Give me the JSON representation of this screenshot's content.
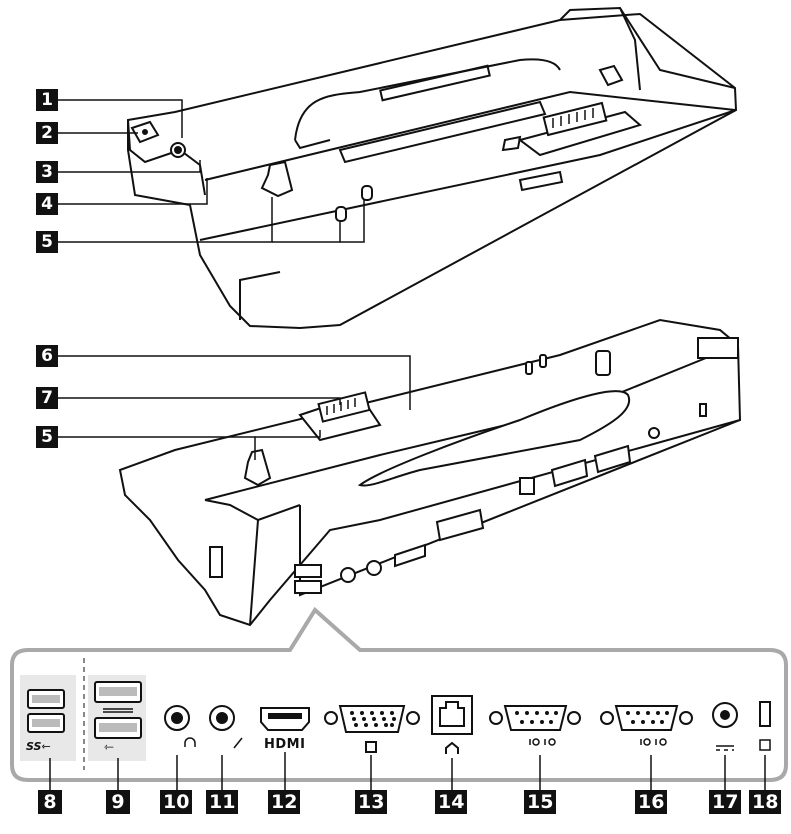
{
  "callouts_top": [
    "1",
    "2",
    "3",
    "4",
    "5"
  ],
  "callouts_mid": [
    "6",
    "7",
    "5"
  ],
  "callouts_bottom": [
    "8",
    "9",
    "10",
    "11",
    "12",
    "13",
    "14",
    "15",
    "16",
    "17",
    "18"
  ],
  "port_labels": {
    "hdmi": "HDMI",
    "hdmi_small": "HDMI"
  }
}
